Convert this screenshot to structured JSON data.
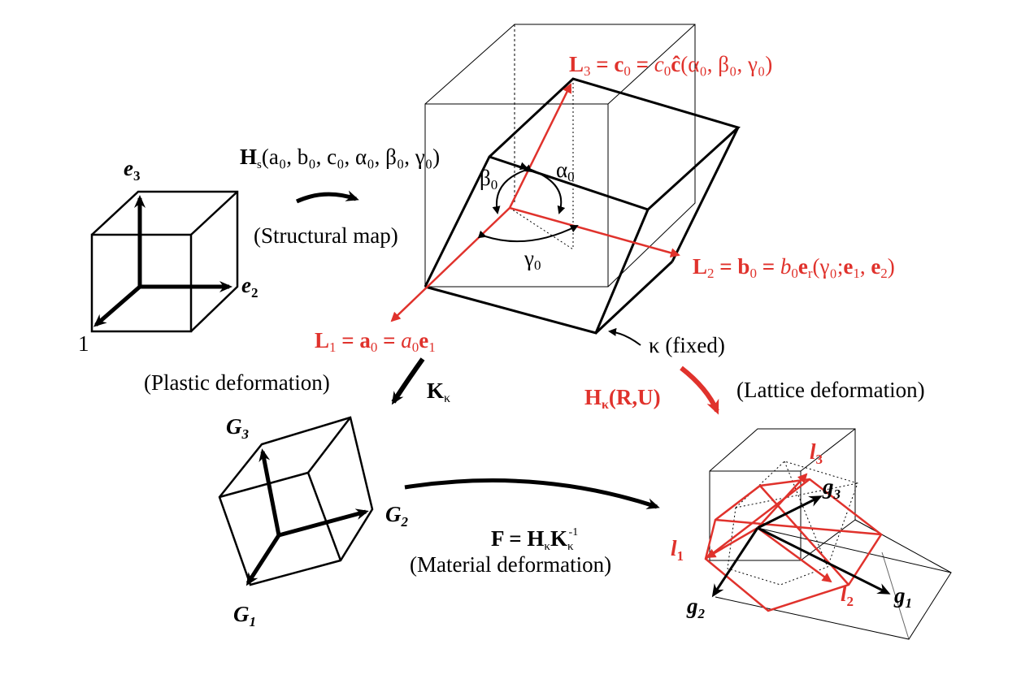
{
  "colors": {
    "ink": "#000000",
    "red": "#e0322c"
  },
  "basis": {
    "e3": {
      "sym": "e",
      "sub": "3"
    },
    "e2": {
      "sym": "e",
      "sub": "2"
    },
    "e1_sub": "1"
  },
  "structural_map": {
    "operator": "H",
    "operator_sub": "s",
    "args": "(a₀, b₀, c₀, α₀, β₀, γ₀)",
    "caption": "(Structural map)"
  },
  "lattice_vectors": {
    "L3": {
      "lhs": "L",
      "lhs_sub": "3",
      "eq": " = ",
      "v": "c",
      "v_sub": "0",
      "eq2": " = ",
      "scalar": "c",
      "scalar_sub": "0",
      "unit": "ĉ",
      "args": "(α₀, β₀, γ₀)"
    },
    "L2": {
      "lhs": "L",
      "lhs_sub": "2",
      "eq": " = ",
      "v": "b",
      "v_sub": "0",
      "eq2": " = ",
      "scalar": "b",
      "scalar_sub": "0",
      "unit": "e",
      "unit_sub": "r",
      "args_open": "(γ₀;",
      "arg1": "e",
      "arg1_sub": "1",
      "comma": ", ",
      "arg2": "e",
      "arg2_sub": "2",
      "close": ")"
    },
    "L1": {
      "lhs": "L",
      "lhs_sub": "1",
      "eq": " = ",
      "v": "a",
      "v_sub": "0",
      "eq2": " = ",
      "scalar": "a",
      "scalar_sub": "0",
      "unit": "e",
      "unit_sub": "1"
    }
  },
  "angles": {
    "alpha": {
      "sym": "α",
      "sub": "0"
    },
    "beta": {
      "sym": "β",
      "sub": "0"
    },
    "gamma": {
      "sym": "γ",
      "sub": "0"
    }
  },
  "kappa_fixed": "κ (fixed)",
  "plastic": {
    "caption": "(Plastic deformation)",
    "operator": "K",
    "operator_sub": "κ"
  },
  "lattice_def": {
    "caption": "(Lattice deformation)",
    "operator": "H",
    "operator_sub": "κ",
    "args": "(R,U)"
  },
  "material": {
    "lhs": "F = H",
    "sub1": "κ",
    "mid": "K",
    "sub2": "κ",
    "sup": "-1",
    "caption": "(Material deformation)"
  },
  "G_vectors": {
    "G3": {
      "sym": "G",
      "sub": "3"
    },
    "G2": {
      "sym": "G",
      "sub": "2"
    },
    "G1": {
      "sym": "G",
      "sub": "1"
    }
  },
  "deformed": {
    "l3": {
      "sym": "l",
      "sub": "3"
    },
    "l1": {
      "sym": "l",
      "sub": "1"
    },
    "l2": {
      "sym": "l",
      "sub": "2"
    },
    "g3": {
      "sym": "g",
      "sub": "3"
    },
    "g2": {
      "sym": "g",
      "sub": "2"
    },
    "g1": {
      "sym": "g",
      "sub": "1"
    }
  }
}
